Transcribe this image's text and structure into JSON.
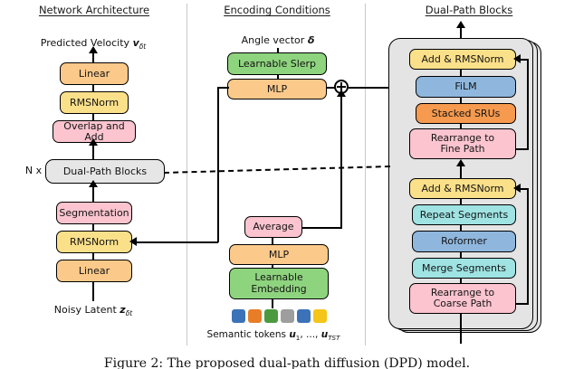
{
  "figure": {
    "columns": [
      {
        "title": "Network Architecture"
      },
      {
        "title": "Encoding Conditions"
      },
      {
        "title": "Dual-Path Blocks"
      }
    ],
    "caption": "Figure 2: The proposed dual-path diffusion (DPD) model."
  },
  "network_architecture": {
    "output_label": "Predicted Velocity",
    "output_symbol_v": "v",
    "output_symbol_sub": "δt",
    "input_label": "Noisy Latent",
    "input_symbol_z": "z",
    "input_symbol_sub": "δt",
    "repeat_label": "N x",
    "blocks": [
      {
        "name": "Linear",
        "color": "#fbc98a"
      },
      {
        "name": "RMSNorm",
        "color": "#fbe08a"
      },
      {
        "name": "Overlap and Add",
        "color": "#fbc4cf"
      },
      {
        "name": "Dual-Path Blocks",
        "color": "#e6e6e6"
      },
      {
        "name": "Segmentation",
        "color": "#fbc4cf"
      },
      {
        "name": "RMSNorm",
        "color": "#fbe08a"
      },
      {
        "name": "Linear",
        "color": "#fbc98a"
      }
    ]
  },
  "encoding_conditions": {
    "angle_input_label": "Angle vector",
    "angle_input_symbol": "δ",
    "blocks": [
      {
        "name": "Learnable Slerp",
        "color": "#8ed47e"
      },
      {
        "name": "MLP",
        "color": "#fbc98a"
      },
      {
        "name": "Average",
        "color": "#fbc4cf"
      },
      {
        "name": "MLP",
        "color": "#fbc98a"
      },
      {
        "name": "Learnable Embedding",
        "line1": "Learnable",
        "line2": "Embedding",
        "color": "#8ed47e"
      }
    ],
    "operator": "plus-circle",
    "tokens_label": "Semantic tokens",
    "tokens_symbol_first": "u",
    "tokens_symbol_first_sub": "1",
    "tokens_symbol_ellipsis": ", ..., ",
    "tokens_symbol_last": "u",
    "tokens_symbol_last_sub": "TST",
    "token_colors": [
      "#3b72b8",
      "#e87d28",
      "#4b9b3e",
      "#9e9e9e",
      "#3b72b8",
      "#f5c518"
    ]
  },
  "dual_path_blocks": {
    "fine_path": [
      {
        "name": "Add & RMSNorm",
        "color": "#fbe08a"
      },
      {
        "name": "FiLM",
        "color": "#8fb7dd"
      },
      {
        "name": "Stacked SRUs",
        "color": "#f59a4e"
      },
      {
        "name": "Rearrange to Fine Path",
        "line1": "Rearrange to",
        "line2": "Fine Path",
        "color": "#fbc4cf"
      }
    ],
    "coarse_path": [
      {
        "name": "Add & RMSNorm",
        "color": "#fbe08a"
      },
      {
        "name": "Repeat Segments",
        "color": "#9fe3e3"
      },
      {
        "name": "Roformer",
        "color": "#8fb7dd"
      },
      {
        "name": "Merge Segments",
        "color": "#9fe3e3"
      },
      {
        "name": "Rearrange to Coarse Path",
        "line1": "Rearrange to",
        "line2": "Coarse Path",
        "color": "#fbc4cf"
      }
    ]
  }
}
